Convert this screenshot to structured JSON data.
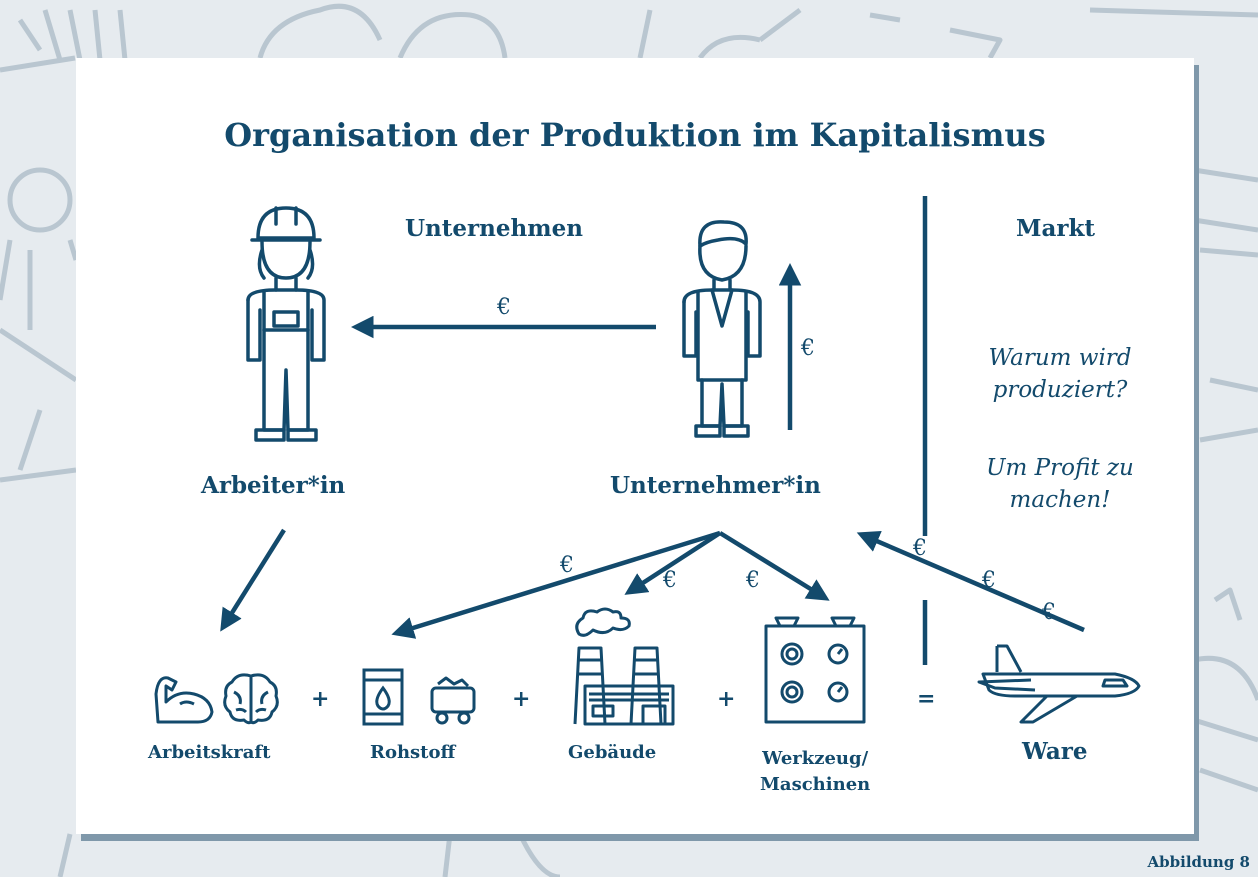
{
  "title": "Organisation der Produktion im Kapitalismus",
  "sections": {
    "company": "Unternehmen",
    "market": "Markt"
  },
  "actors": {
    "worker": "Arbeiter*in",
    "entrepreneur": "Unternehmer*in"
  },
  "currency": "€",
  "question": {
    "line1": "Warum wird",
    "line2": "produziert?"
  },
  "answer": {
    "line1": "Um Profit zu",
    "line2": "machen!"
  },
  "inputs": {
    "labor": "Arbeitskraft",
    "raw": "Rohstoff",
    "building": "Gebäude",
    "tools_1": "Werkzeug/",
    "tools_2": "Maschinen",
    "product": "Ware"
  },
  "operators": {
    "plus": "+",
    "equals": "="
  },
  "footer": "Abbildung 8",
  "colors": {
    "primary": "#134a6c",
    "background": "#e6ebef",
    "card": "#ffffff",
    "shadow": "#7f98aa"
  }
}
